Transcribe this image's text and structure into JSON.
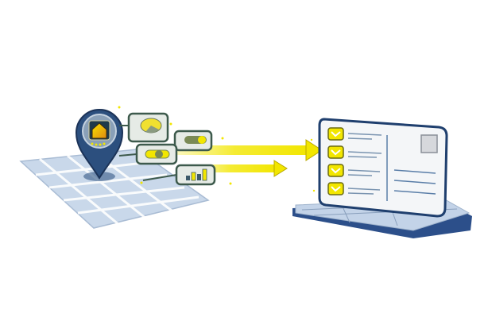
{
  "illustration": {
    "elements": [
      "map",
      "location-pin",
      "data-cards",
      "data-flow-arrows",
      "postcard-checklist",
      "base-platform"
    ],
    "checklist_items": 4,
    "colors": {
      "accent_yellow": "#f2e600",
      "navy": "#1f3f6e",
      "map_blue": "#c9d8ea",
      "card_gray": "#e6ebe6",
      "card_border": "#3d5a4c",
      "postcard_bg": "#f4f6f8"
    }
  }
}
